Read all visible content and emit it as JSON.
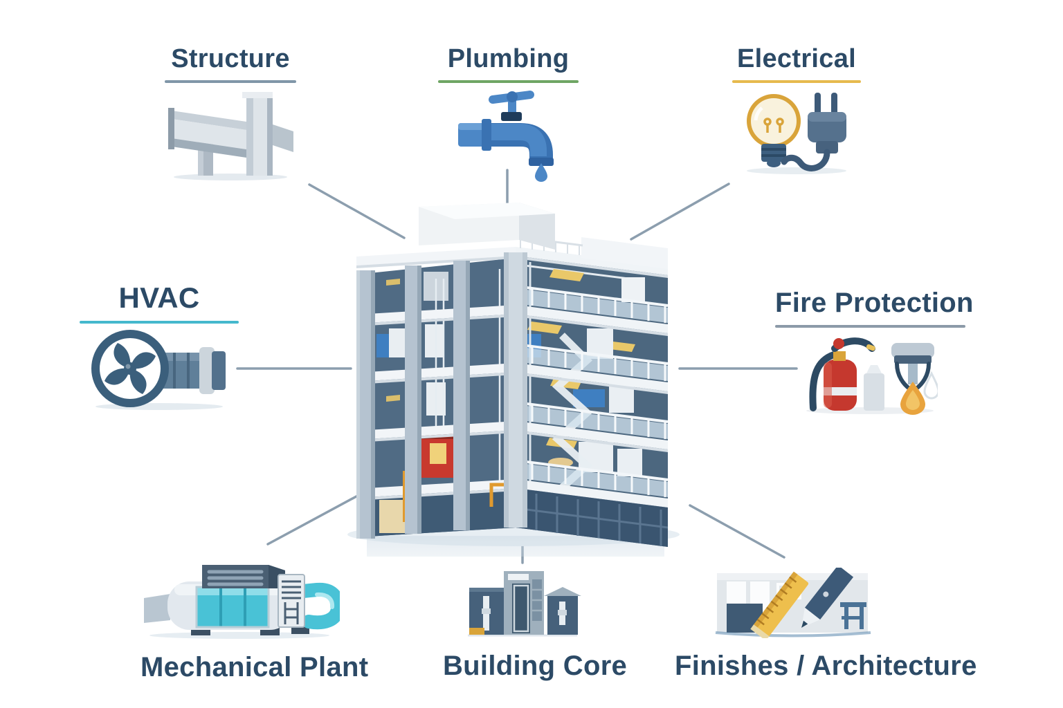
{
  "diagram": {
    "subject": "Building systems cutaway diagram",
    "colors": {
      "label_text": "#2c4a66",
      "connector_line": "#8c9eae",
      "underline_structure": "#8096a8",
      "underline_plumbing": "#6fa564",
      "underline_electrical": "#e6ba4e",
      "underline_hvac": "#45b8cd",
      "underline_fire_protection": "#8c9aa8",
      "accent_red": "#c8392e",
      "accent_teal": "#49c2d6",
      "accent_gold": "#e9c869",
      "accent_blue": "#4c87c6"
    },
    "center": {
      "illustration": "multi-story cutaway building"
    }
  },
  "systems": {
    "structure": {
      "label": "Structure",
      "icon": "steel-beam-column-icon"
    },
    "plumbing": {
      "label": "Plumbing",
      "icon": "faucet-icon"
    },
    "electrical": {
      "label": "Electrical",
      "icon": "bulb-and-plug-icon"
    },
    "hvac": {
      "label": "HVAC",
      "icon": "fan-and-duct-icon"
    },
    "fire_protection": {
      "label": "Fire Protection",
      "icon": "extinguisher-sprinkler-icon"
    },
    "mechanical_plant": {
      "label": "Mechanical Plant",
      "icon": "chiller-unit-icon"
    },
    "building_core": {
      "label": "Building Core",
      "icon": "elevator-core-icon"
    },
    "finishes_architecture": {
      "label": "Finishes / Architecture",
      "icon": "ruler-and-pencil-icon"
    }
  }
}
